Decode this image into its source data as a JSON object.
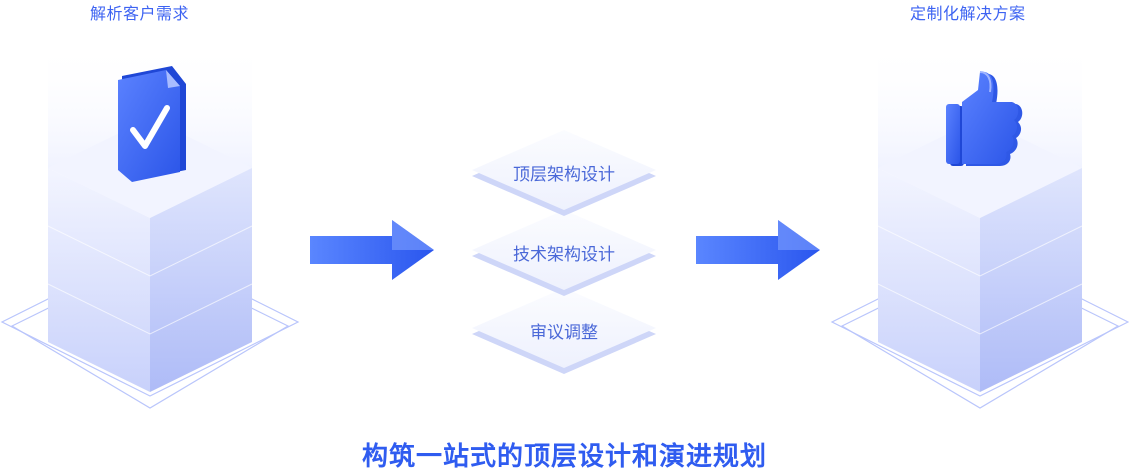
{
  "left_label": "解析客户需求",
  "right_label": "定制化解决方案",
  "stack_items": [
    "顶层架构设计",
    "技术架构设计",
    "审议调整"
  ],
  "caption": "构筑一站式的顶层设计和演进规划",
  "icons": {
    "left": "check-document-icon",
    "right": "thumbs-up-icon"
  },
  "colors": {
    "accent": "#2f5cf0",
    "label": "#3d63f2",
    "arrow_start": "#3a6bf7",
    "arrow_end": "#2a56ee",
    "panel": "#f4f6ff",
    "panel_side": "#d8dffb"
  }
}
